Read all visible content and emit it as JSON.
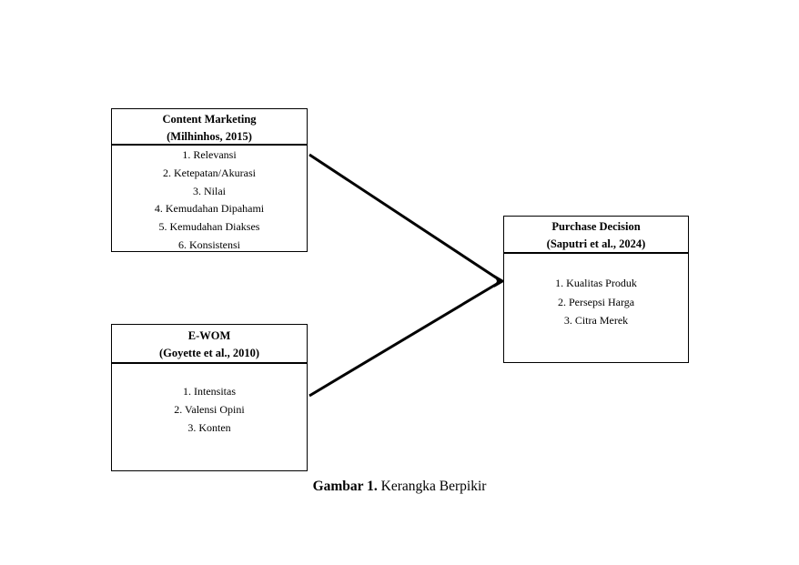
{
  "boxes": {
    "content_marketing": {
      "title": "Content Marketing",
      "source": "(Milhinhos, 2015)",
      "items": [
        "1. Relevansi",
        "2. Ketepatan/Akurasi",
        "3. Nilai",
        "4. Kemudahan Dipahami",
        "5. Kemudahan Diakses",
        "6. Konsistensi"
      ]
    },
    "ewom": {
      "title": "E-WOM",
      "source": "(Goyette et al., 2010)",
      "items": [
        "1. Intensitas",
        "2. Valensi Opini",
        "3. Konten"
      ]
    },
    "purchase_decision": {
      "title": "Purchase Decision",
      "source": "(Saputri et al., 2024)",
      "items": [
        "1. Kualitas Produk",
        "2. Persepsi Harga",
        "3. Citra Merek"
      ]
    }
  },
  "connections": [
    {
      "from": "Content Marketing",
      "to": "Purchase Decision"
    },
    {
      "from": "E-WOM",
      "to": "Purchase Decision"
    }
  ],
  "caption": {
    "label": "Gambar 1.",
    "text": "Kerangka Berpikir"
  }
}
